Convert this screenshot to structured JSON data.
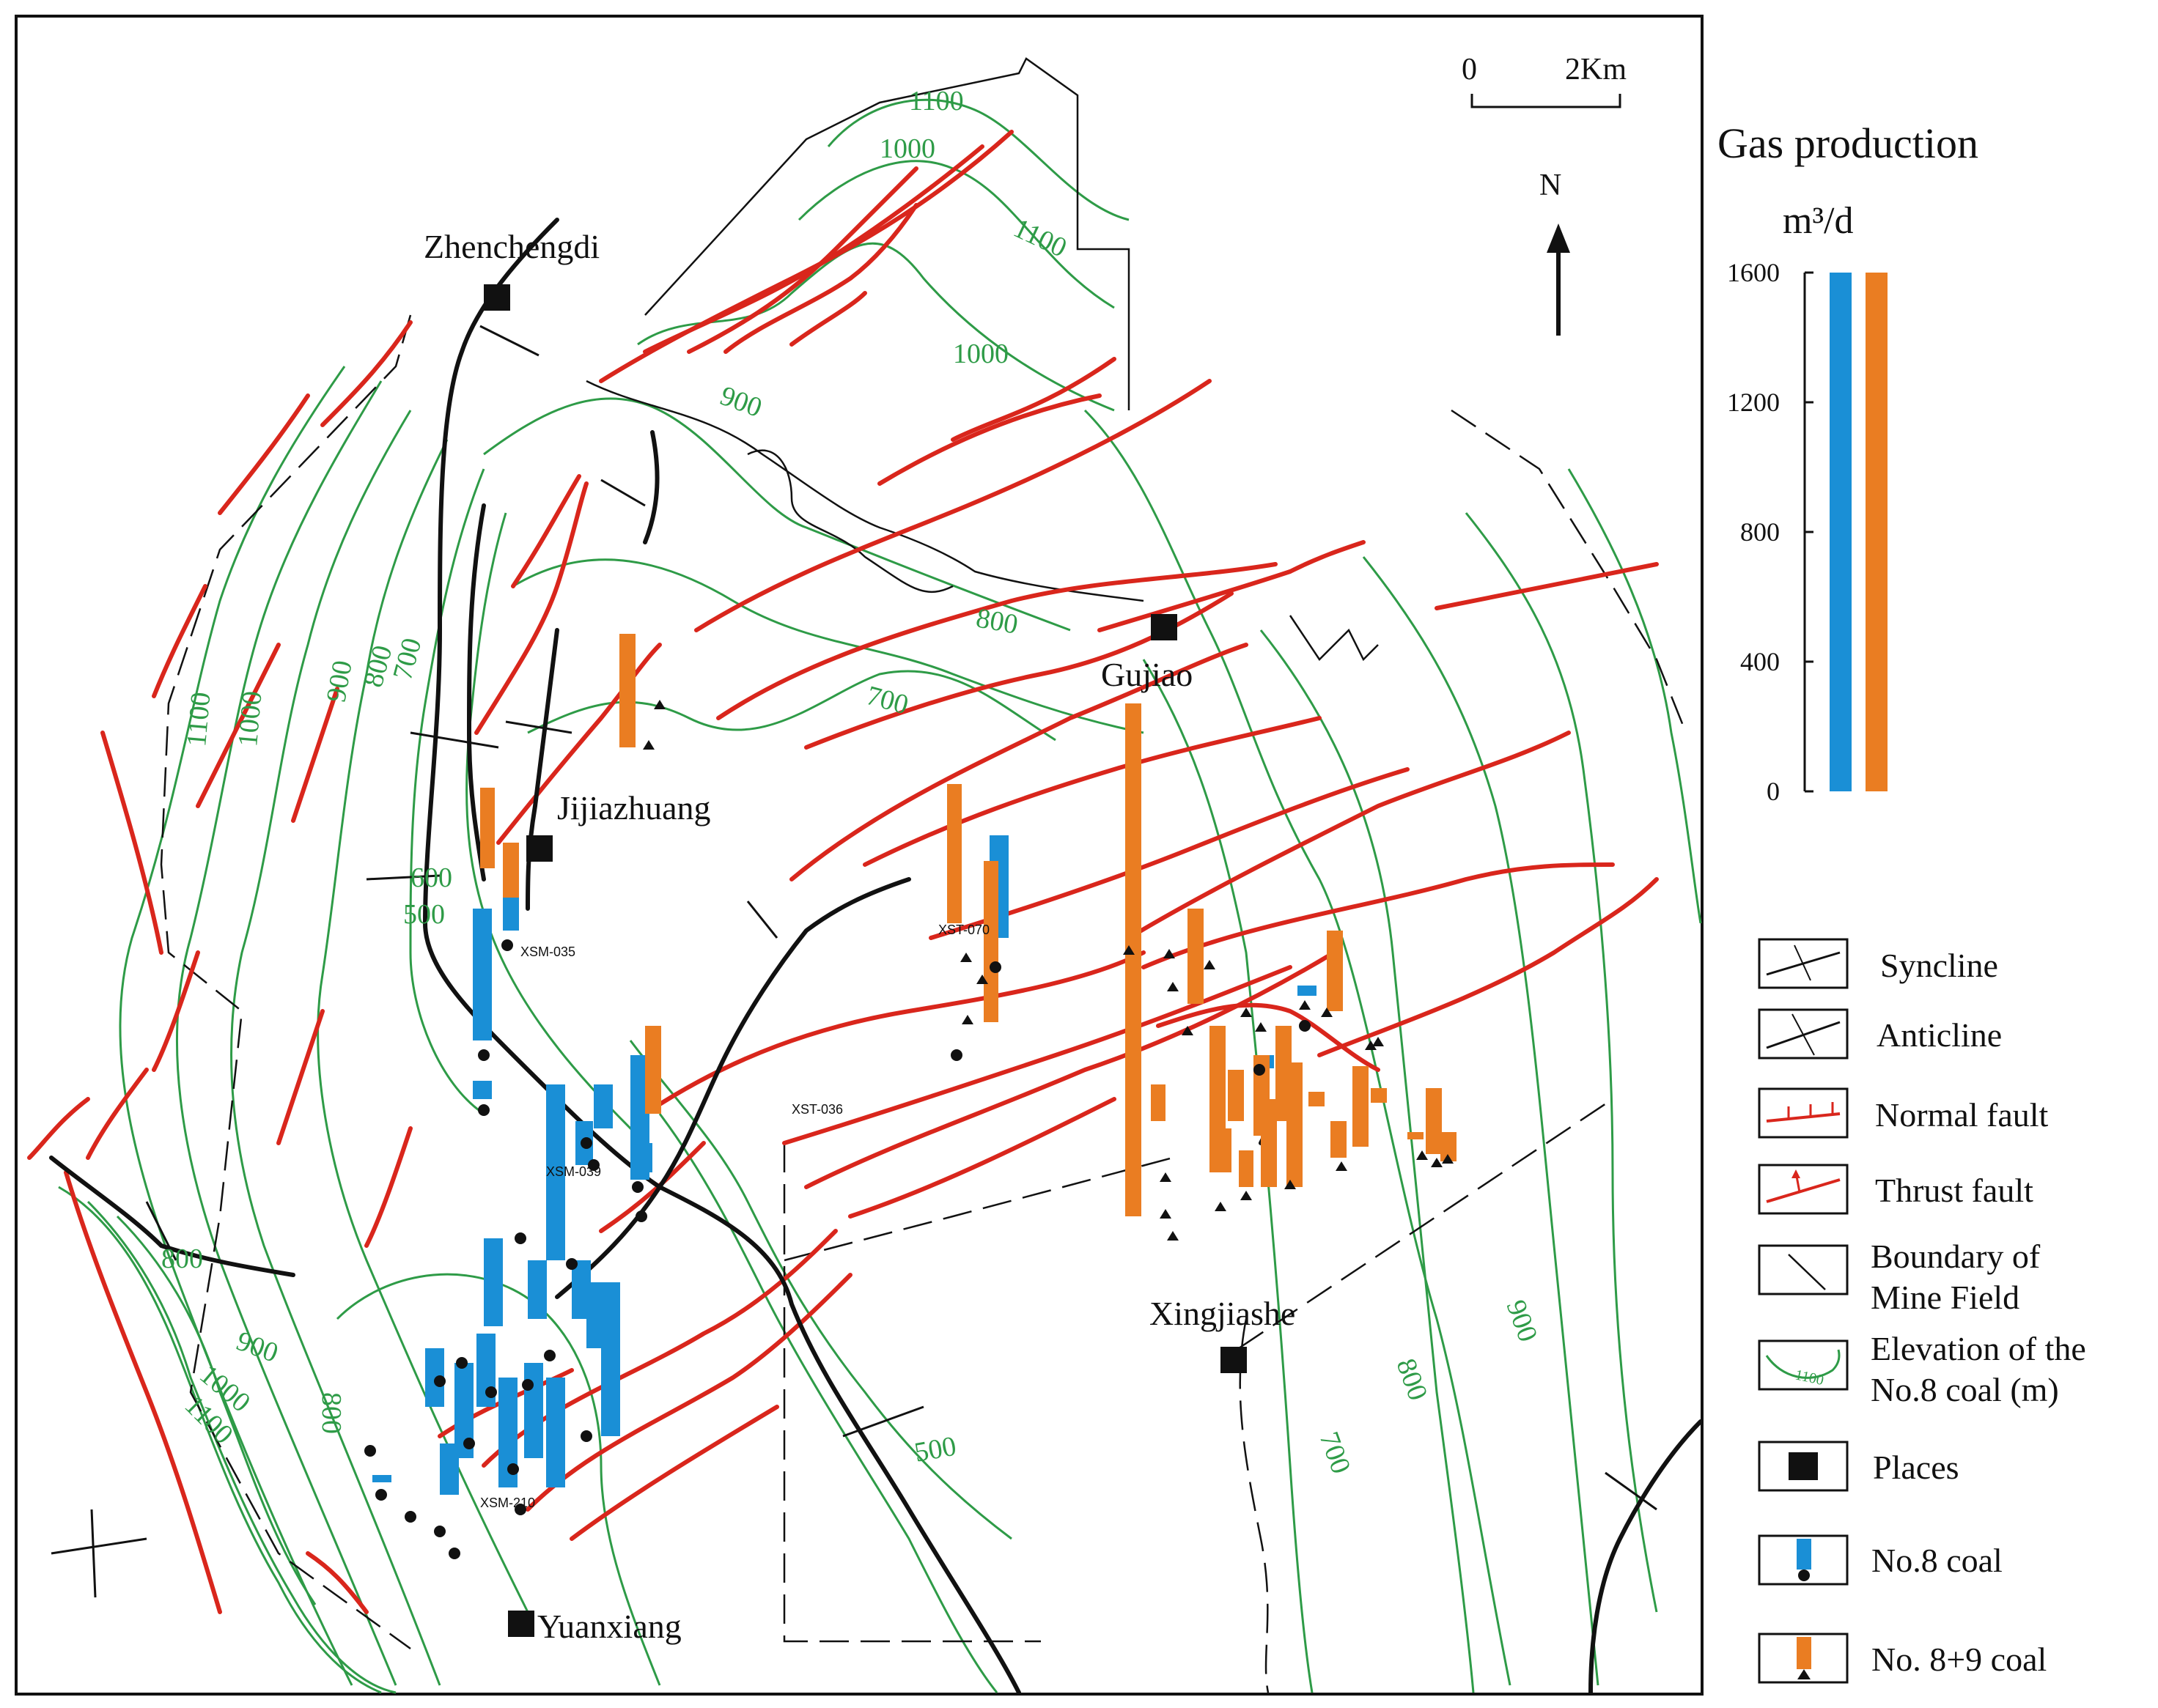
{
  "scale_bar": {
    "start": "0",
    "end": "2Km"
  },
  "north_arrow": {
    "label": "N"
  },
  "places": [
    {
      "name": "Zhenchengdi"
    },
    {
      "name": "Jijiazhuang"
    },
    {
      "name": "Gujiao"
    },
    {
      "name": "Xingjiashe"
    },
    {
      "name": "Yuanxiang"
    }
  ],
  "well_labels": [
    "XSM-035",
    "XSM-039",
    "XSM-210",
    "XST-070",
    "XST-036"
  ],
  "contour_labels": [
    "1100",
    "1000",
    "1100",
    "1000",
    "900",
    "800",
    "700",
    "1100",
    "1000",
    "900",
    "800",
    "700",
    "600",
    "500",
    "800",
    "900",
    "1000",
    "1100",
    "800",
    "500",
    "700",
    "800",
    "900"
  ],
  "gas_production": {
    "title": "Gas production",
    "unit": "m³/d",
    "ticks": [
      "1600",
      "1200",
      "800",
      "400",
      "0"
    ],
    "bar_value": 1600,
    "colors": {
      "no8": "#1a8fd6",
      "no8_9": "#ea7d22"
    }
  },
  "legend": [
    {
      "label": "Syncline"
    },
    {
      "label": "Anticline"
    },
    {
      "label": "Normal fault"
    },
    {
      "label": "Thrust fault"
    },
    {
      "label": "Boundary of\nMine Field"
    },
    {
      "label": "Elevation of the\nNo.8 coal (m)",
      "sample": "1100"
    },
    {
      "label": "Places"
    },
    {
      "label": "No.8  coal"
    },
    {
      "label": "No. 8+9  coal"
    }
  ]
}
